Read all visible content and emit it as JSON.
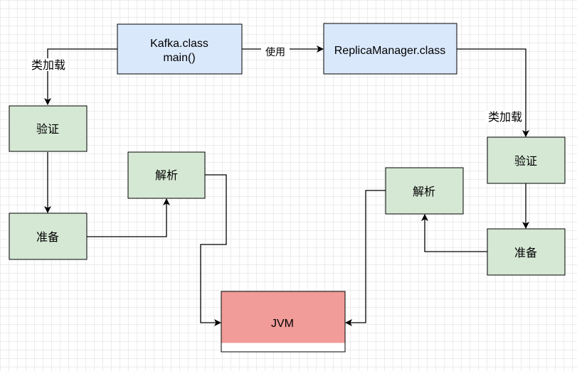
{
  "nodes": {
    "kafka": {
      "line1": "Kafka.class",
      "line2": "main()"
    },
    "replica": {
      "label": "ReplicaManager.class"
    },
    "verify_left": {
      "label": "验证"
    },
    "prepare_left": {
      "label": "准备"
    },
    "parse_left": {
      "label": "解析"
    },
    "verify_right": {
      "label": "验证"
    },
    "prepare_right": {
      "label": "准备"
    },
    "parse_right": {
      "label": "解析"
    },
    "jvm": {
      "label": "JVM"
    }
  },
  "edges": {
    "use": "使用",
    "classload_left": "类加载",
    "classload_right": "类加载"
  },
  "colors": {
    "class_box": "#dae8fc",
    "phase_box": "#d5e8d4",
    "jvm_box": "#f19c99",
    "line": "#000000"
  }
}
